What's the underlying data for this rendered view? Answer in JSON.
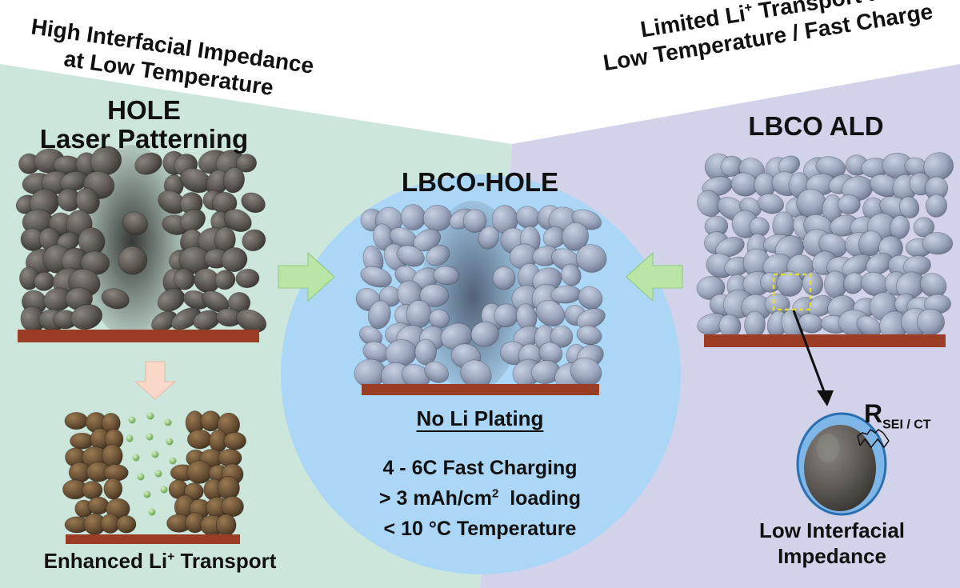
{
  "labels": {
    "top_left_line1": "High Interfacial Impedance",
    "top_left_line2": "at Low Temperature",
    "top_right_line1_prefix": "Limited Li",
    "top_right_line1_sup": "+",
    "top_right_line1_suffix": " Transport at",
    "top_right_line2": "Low Temperature / Fast Charge",
    "hole_line1": "HOLE",
    "hole_line2": "Laser Patterning",
    "lbco_ald": "LBCO ALD",
    "center_title": "LBCO-HOLE",
    "no_plating": "No Li Plating",
    "perf_line1": "4 - 6C Fast Charging",
    "perf_line2_prefix": "> 3 mAh/cm",
    "perf_line2_sup": "2",
    "perf_line2_suffix": "  loading",
    "perf_line3": "< 10 °C Temperature",
    "enhanced_prefix": "Enhanced Li",
    "enhanced_sup": "+",
    "enhanced_suffix": " Transport",
    "low_imp_line1": "Low Interfacial",
    "low_imp_line2": "Impedance",
    "rsei_main": "R",
    "rsei_sub": "SEI / CT"
  },
  "colors": {
    "left_region": "#cde6dc",
    "right_region": "#d2d3ea",
    "center_circle": "#acd6f5",
    "arrow_green": "#b9e6a6",
    "arrow_peach": "#f9d8c8",
    "substrate": "#9a3d24",
    "hole_particles": "#5f5a55",
    "lbco_particles": "#9fa9bf",
    "trench_particles": "#6b5236",
    "li_ions": "#88c270",
    "zoom_box": "#e3e02a"
  }
}
